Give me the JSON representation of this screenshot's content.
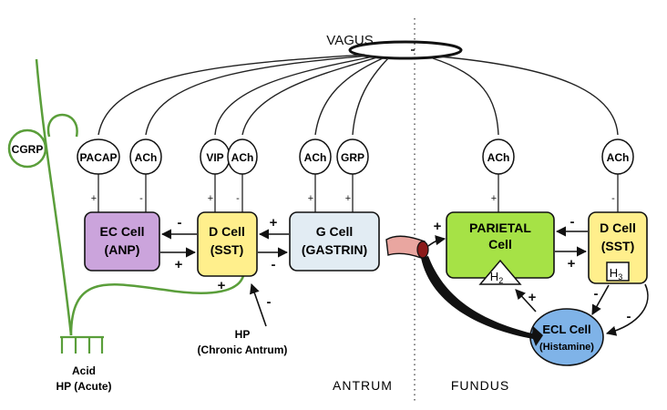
{
  "vagus": "VAGUS",
  "regions": {
    "antrum": "ANTRUM",
    "fundus": "FUNDUS"
  },
  "colors": {
    "ec_cell": "#cba4dc",
    "d_cell": "#ffef8c",
    "g_cell": "#e2ecf3",
    "parietal_cell": "#a6e246",
    "ecl_cell": "#7fb3e8",
    "nerve_green": "#5a9e3a",
    "vessel": "#e9a6a0"
  },
  "neurotransmitters": {
    "pacap": "PACAP",
    "ach_ec": "ACh",
    "vip": "VIP",
    "ach_d": "ACh",
    "ach_g": "ACh",
    "grp": "GRP",
    "ach_parietal": "ACh",
    "ach_d_fundus": "ACh"
  },
  "signs": {
    "pacap": "+",
    "ach_ec": "-",
    "vip": "+",
    "ach_d": "-",
    "ach_g": "+",
    "grp": "+",
    "ach_parietal": "+",
    "ach_d_fundus": "-",
    "d_to_ec": "-",
    "ec_to_d": "+",
    "g_to_d": "+",
    "d_to_g": "-",
    "vessel_to_parietal": "+",
    "d_fundus_to_parietal": "-",
    "parietal_to_d_fundus": "+",
    "cgrp_to_d": "+",
    "hp_to_d": "-",
    "vessel_to_ecl": "+",
    "ecl_to_parietal": "+",
    "d_fundus_to_ecl": "-",
    "ecl_from_d_fundus": "-"
  },
  "cells": {
    "ec": {
      "line1": "EC Cell",
      "line2": "(ANP)"
    },
    "d_antrum": {
      "line1": "D Cell",
      "line2": "(SST)"
    },
    "g": {
      "line1": "G Cell",
      "line2": "(GASTRIN)"
    },
    "parietal": {
      "line1": "PARIETAL",
      "line2": "Cell"
    },
    "d_fundus": {
      "line1": "D Cell",
      "line2": "(SST)"
    },
    "ecl": {
      "line1": "ECL Cell",
      "line2": "(Histamine)"
    }
  },
  "receptors": {
    "h2": "H",
    "h2_sub": "2",
    "h3": "H",
    "h3_sub": "3"
  },
  "cgrp": "CGRP",
  "hp": {
    "line1": "HP",
    "line2": "(Chronic Antrum)"
  },
  "acid": {
    "line1": "Acid",
    "line2": "HP (Acute)"
  }
}
